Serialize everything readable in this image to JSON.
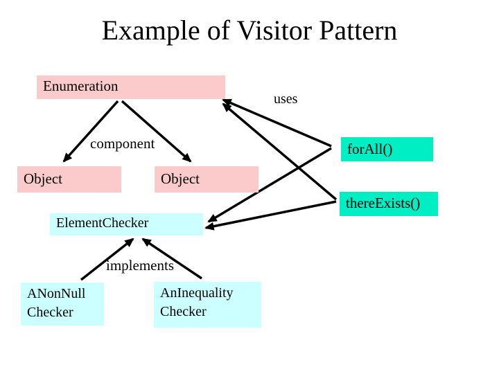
{
  "slide": {
    "title": "Example of Visitor Pattern"
  },
  "colors": {
    "pink": "#FBCBCB",
    "teal": "#00EEC3",
    "pale_cyan": "#CCFFFF",
    "line": "#000000"
  },
  "boxes": {
    "enumeration": {
      "label": "Enumeration"
    },
    "object_left": {
      "label": "Object"
    },
    "object_right": {
      "label": "Object"
    },
    "forall": {
      "label": "forAll()"
    },
    "there_exists": {
      "label": "thereExists()"
    },
    "element_checker": {
      "label": "ElementChecker"
    },
    "anonnull_checker": {
      "line1": "ANonNull",
      "line2": "Checker"
    },
    "aninequality_checker": {
      "line1": "AnInequality",
      "line2": "Checker"
    }
  },
  "annotations": {
    "uses": "uses",
    "component": "component",
    "implements": "implements"
  },
  "edges": [
    {
      "from": "enumeration",
      "to": "object_left",
      "relation": "component"
    },
    {
      "from": "enumeration",
      "to": "object_right",
      "relation": "component"
    },
    {
      "from": "forall",
      "to": "enumeration",
      "relation": "uses"
    },
    {
      "from": "there_exists",
      "to": "enumeration",
      "relation": "uses"
    },
    {
      "from": "forall",
      "to": "element_checker",
      "relation": ""
    },
    {
      "from": "there_exists",
      "to": "element_checker",
      "relation": ""
    },
    {
      "from": "anonnull_checker",
      "to": "element_checker",
      "relation": "implements"
    },
    {
      "from": "aninequality_checker",
      "to": "element_checker",
      "relation": "implements"
    }
  ]
}
